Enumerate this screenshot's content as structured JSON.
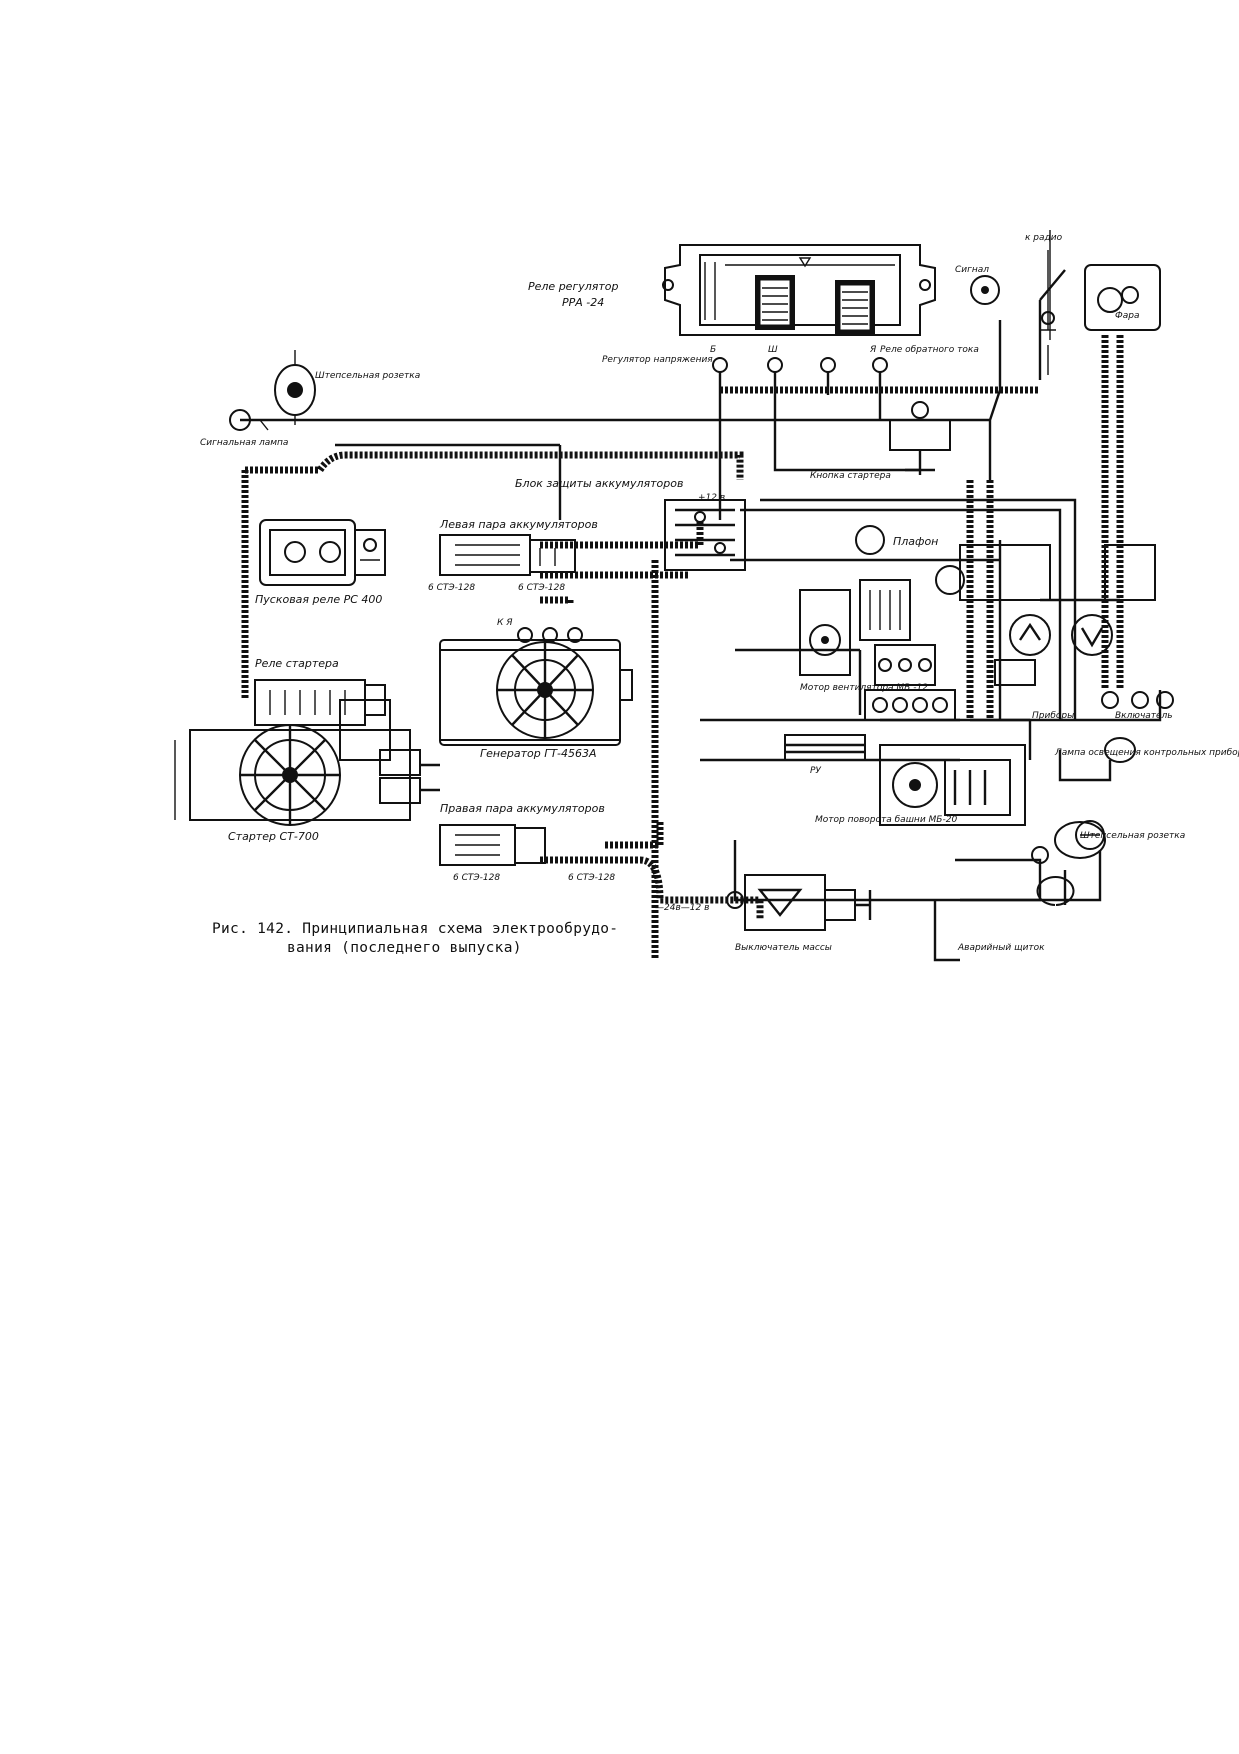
{
  "labels": {
    "relay_regulator": "Реле регулятор",
    "relay_regulator_model": "РРА -24",
    "voltage_regulator": "Регулятор напряжения",
    "reverse_current_relay": "Реле обратного тока",
    "terminal_b": "Б",
    "terminal_sh": "Ш",
    "terminal_ya": "Я",
    "to_radio": "к радио",
    "signal": "Сигнал",
    "headlight": "Фара",
    "test_socket": "Штепсельная розетка",
    "signal_lamp": "Сигнальная лампа",
    "battery_protection": "Блок защиты аккумуляторов",
    "plus_12v": "+12 в",
    "starter_button": "Кнопка стартера",
    "left_battery_pair": "Левая пара аккумуляторов",
    "battery_6st": "6 СТЭ-128",
    "battery_6st_b": "6 СТЭ-128",
    "start_relay": "Пусковая реле РС 400",
    "starter_relay": "Реле стартера",
    "plafond": "Плафон",
    "generator": "Генератор ГТ-4563А",
    "generator_terminals": "К Я",
    "fan_motor": "Мотор вентилятора МВ -12",
    "ru_label": "РУ",
    "starter": "Стартер СТ-700",
    "turret_motor": "Мотор поворота башни МБ-20",
    "right_battery_pair": "Правая пара аккумуляторов",
    "battery_6st_c": "6 СТЭ-128",
    "battery_6st_d": "6 СТЭ-128",
    "voltage_note": "—24в—12 в",
    "battery_switch": "Выключатель массы",
    "emergency_shield": "Аварийный щиток",
    "instrument_lamp": "Лампа освещения контрольных приборов",
    "test_socket_2": "Штепсельная розетка",
    "sign_pribory": "Приборы",
    "sign_vklyuchatel": "Включатель"
  },
  "caption": {
    "line1": "Рис. 142. Принципиальная схема электрообрудо-",
    "line2": "вания (последнего выпуска)"
  },
  "colors": {
    "ink": "#111111",
    "paper": "#ffffff"
  }
}
